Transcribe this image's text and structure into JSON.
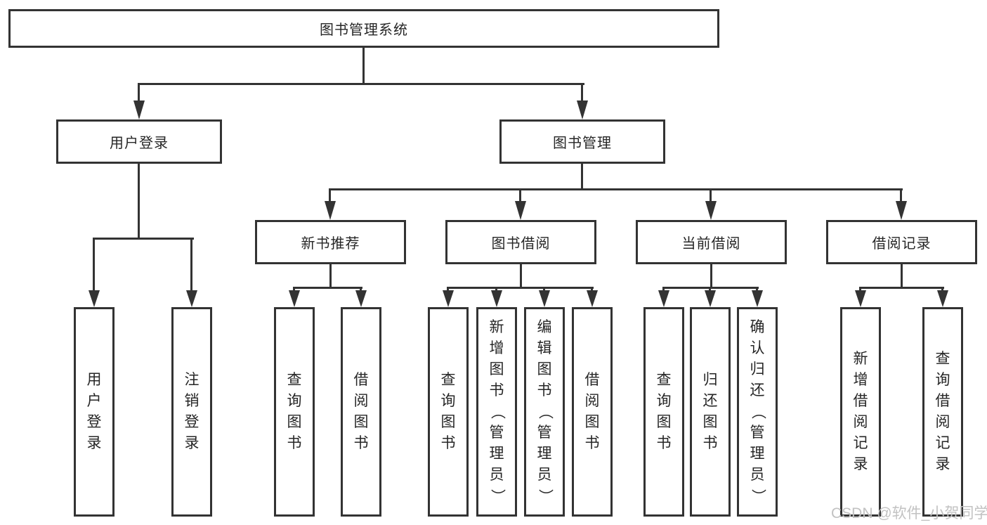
{
  "diagram_title": "图书管理系统",
  "branches": {
    "user_login": "用户登录",
    "book_mgmt": "图书管理"
  },
  "modules": {
    "new_book_rec": "新书推荐",
    "book_borrow": "图书借阅",
    "current_borrow": "当前借阅",
    "borrow_records": "借阅记录"
  },
  "functions": {
    "user_login": "用户登录",
    "user_logout": "注销登录",
    "nb_query_book": "查询图书",
    "nb_borrow_book": "借阅图书",
    "bb_query_book": "查询图书",
    "bb_add_book": "新增图书（管理员）",
    "bb_edit_book": "编辑图书（管理员）",
    "bb_borrow_book": "借阅图书",
    "cb_query_book": "查询图书",
    "cb_return_book": "归还图书",
    "cb_confirm_return": "确认归还（管理员）",
    "br_add_record": "新增借阅记录",
    "br_query_record": "查询借阅记录"
  },
  "watermark": "CSDN @软件_小贺同学"
}
